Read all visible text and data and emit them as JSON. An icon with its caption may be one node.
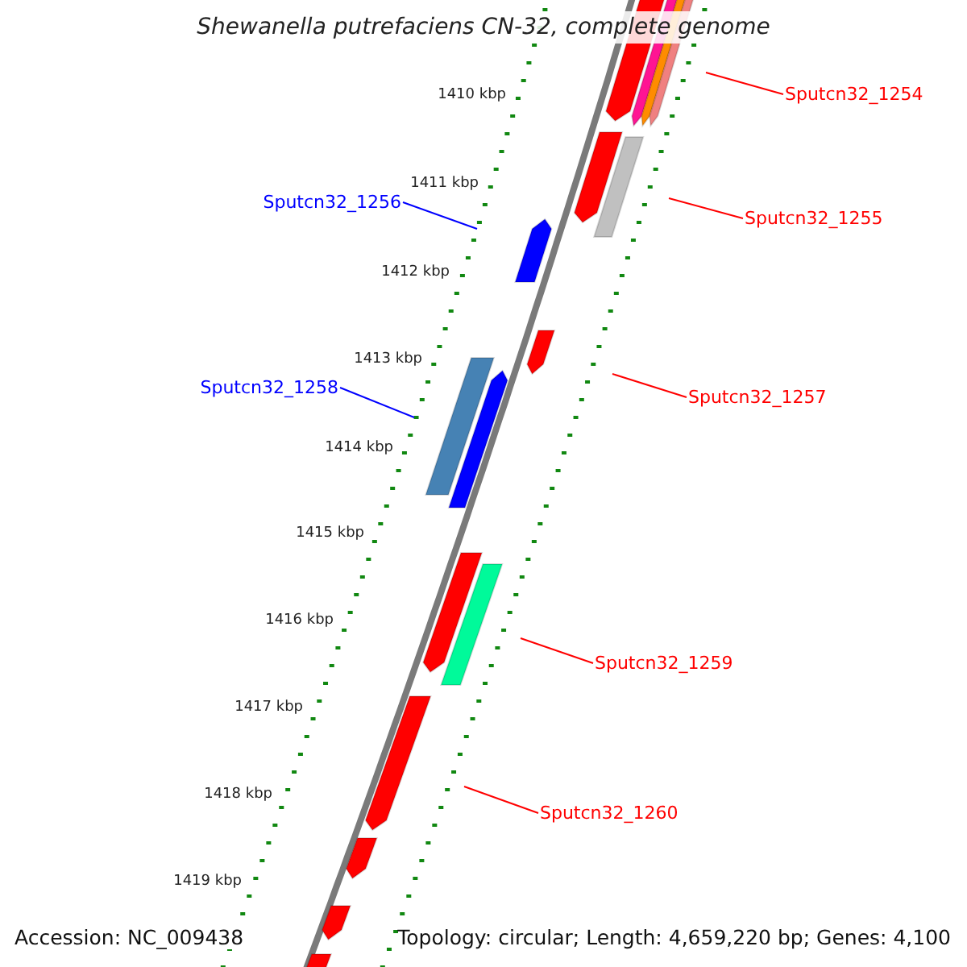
{
  "diagram": {
    "title": "Shewanella putrefaciens CN-32, complete genome",
    "nodes": [
      {
        "text": [
          "Sputcn32_1254"
        ]
      },
      {
        "text": [
          "Sputcn32_1255"
        ]
      },
      {
        "text": [
          "Sputcn32_1256"
        ]
      },
      {
        "text": [
          "Sputcn32_1257"
        ]
      },
      {
        "text": [
          "Sputcn32_1258"
        ]
      },
      {
        "text": [
          "Sputcn32_1259"
        ]
      },
      {
        "text": [
          "Sputcn32_1260"
        ]
      }
    ],
    "edges": [
      {
        "from": 0,
        "to": null,
        "arrow": "none"
      },
      {
        "from": 1,
        "to": null,
        "arrow": "none"
      },
      {
        "from": 2,
        "to": null,
        "arrow": "none",
        "color": "#0000ff"
      },
      {
        "from": 3,
        "to": null,
        "arrow": "none"
      },
      {
        "from": 4,
        "to": null,
        "arrow": "none",
        "color": "#0000ff"
      },
      {
        "from": 5,
        "to": null,
        "arrow": "none"
      },
      {
        "from": 6,
        "to": null,
        "arrow": "none"
      }
    ],
    "labels": [
      "1410 kbp",
      "1411 kbp",
      "1412 kbp",
      "1413 kbp",
      "1414 kbp",
      "1415 kbp",
      "1416 kbp",
      "1417 kbp",
      "1418 kbp",
      "1419 kbp",
      "Accession: NC_009438",
      "Topology: circular; Length: 4,659,220 bp; Genes: 4,100"
    ]
  }
}
